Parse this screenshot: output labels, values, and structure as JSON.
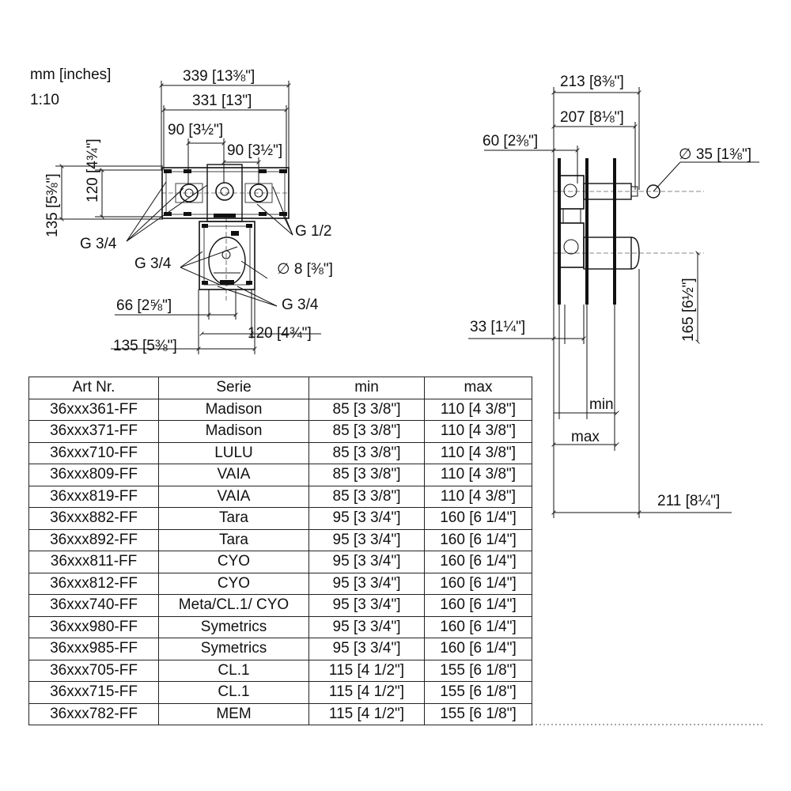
{
  "units_label": "mm [inches]",
  "scale_label": "1:10",
  "front_view": {
    "dims": {
      "w339": "339",
      "w339_in": "13⅜\"",
      "w331": "331",
      "w331_in": "13\"",
      "d90a": "90",
      "d90a_in": "3½\"",
      "d90b": "90",
      "d90b_in": "3½\"",
      "h120": "120",
      "h120_in": "4¾\"",
      "h135": "135",
      "h135_in": "5⅜\"",
      "d66": "66",
      "d66_in": "2⅝\"",
      "d135": "135",
      "d135_in": "5⅜\"",
      "d120": "120",
      "d120_in": "4¾\"",
      "dia8": "∅ 8",
      "dia8_in": "⅜\""
    },
    "threads": {
      "g34_left": "G 3/4",
      "g34_mid": "G 3/4",
      "g12": "G 1/2",
      "g34_bottom": "G 3/4"
    }
  },
  "side_view": {
    "dims": {
      "d213": "213",
      "d213_in": "8⅜\"",
      "d207": "207",
      "d207_in": "8⅛\"",
      "d60": "60",
      "d60_in": "2⅜\"",
      "dia35": "∅ 35",
      "dia35_in": "1⅜\"",
      "d165": "165",
      "d165_in": "6½\"",
      "d33": "33",
      "d33_in": "1¼\"",
      "d211": "211",
      "d211_in": "8¼\"",
      "min": "min",
      "max": "max"
    }
  },
  "table": {
    "headers": [
      "Art Nr.",
      "Serie",
      "min",
      "max"
    ],
    "rows": [
      [
        "36xxx361-FF",
        "Madison",
        "85 [3 3/8\"]",
        "110 [4 3/8\"]"
      ],
      [
        "36xxx371-FF",
        "Madison",
        "85 [3 3/8\"]",
        "110 [4 3/8\"]"
      ],
      [
        "36xxx710-FF",
        "LULU",
        "85 [3 3/8\"]",
        "110 [4 3/8\"]"
      ],
      [
        "36xxx809-FF",
        "VAIA",
        "85 [3 3/8\"]",
        "110 [4 3/8\"]"
      ],
      [
        "36xxx819-FF",
        "VAIA",
        "85 [3 3/8\"]",
        "110 [4 3/8\"]"
      ],
      [
        "36xxx882-FF",
        "Tara",
        "95 [3 3/4\"]",
        "160 [6 1/4\"]"
      ],
      [
        "36xxx892-FF",
        "Tara",
        "95 [3 3/4\"]",
        "160 [6 1/4\"]"
      ],
      [
        "36xxx811-FF",
        "CYO",
        "95 [3 3/4\"]",
        "160 [6 1/4\"]"
      ],
      [
        "36xxx812-FF",
        "CYO",
        "95 [3 3/4\"]",
        "160 [6 1/4\"]"
      ],
      [
        "36xxx740-FF",
        "Meta/CL.1/ CYO",
        "95 [3 3/4\"]",
        "160 [6 1/4\"]"
      ],
      [
        "36xxx980-FF",
        "Symetrics",
        "95 [3 3/4\"]",
        "160 [6 1/4\"]"
      ],
      [
        "36xxx985-FF",
        "Symetrics",
        "95 [3 3/4\"]",
        "160 [6 1/4\"]"
      ],
      [
        "36xxx705-FF",
        "CL.1",
        "115 [4 1/2\"]",
        "155 [6 1/8\"]"
      ],
      [
        "36xxx715-FF",
        "CL.1",
        "115 [4 1/2\"]",
        "155 [6 1/8\"]"
      ],
      [
        "36xxx782-FF",
        "MEM",
        "115 [4 1/2\"]",
        "155 [6 1/8\"]"
      ]
    ]
  }
}
